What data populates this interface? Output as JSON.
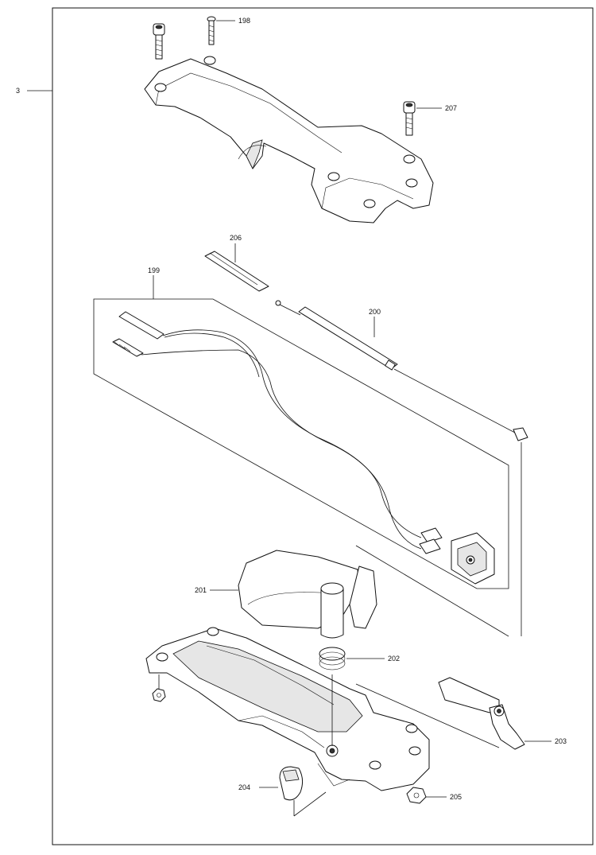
{
  "labels": {
    "ref_3": "3",
    "p198": "198",
    "p199": "199",
    "p200": "200",
    "p201": "201",
    "p202": "202",
    "p203": "203",
    "p204": "204",
    "p205": "205",
    "p206": "206",
    "p207": "207"
  }
}
